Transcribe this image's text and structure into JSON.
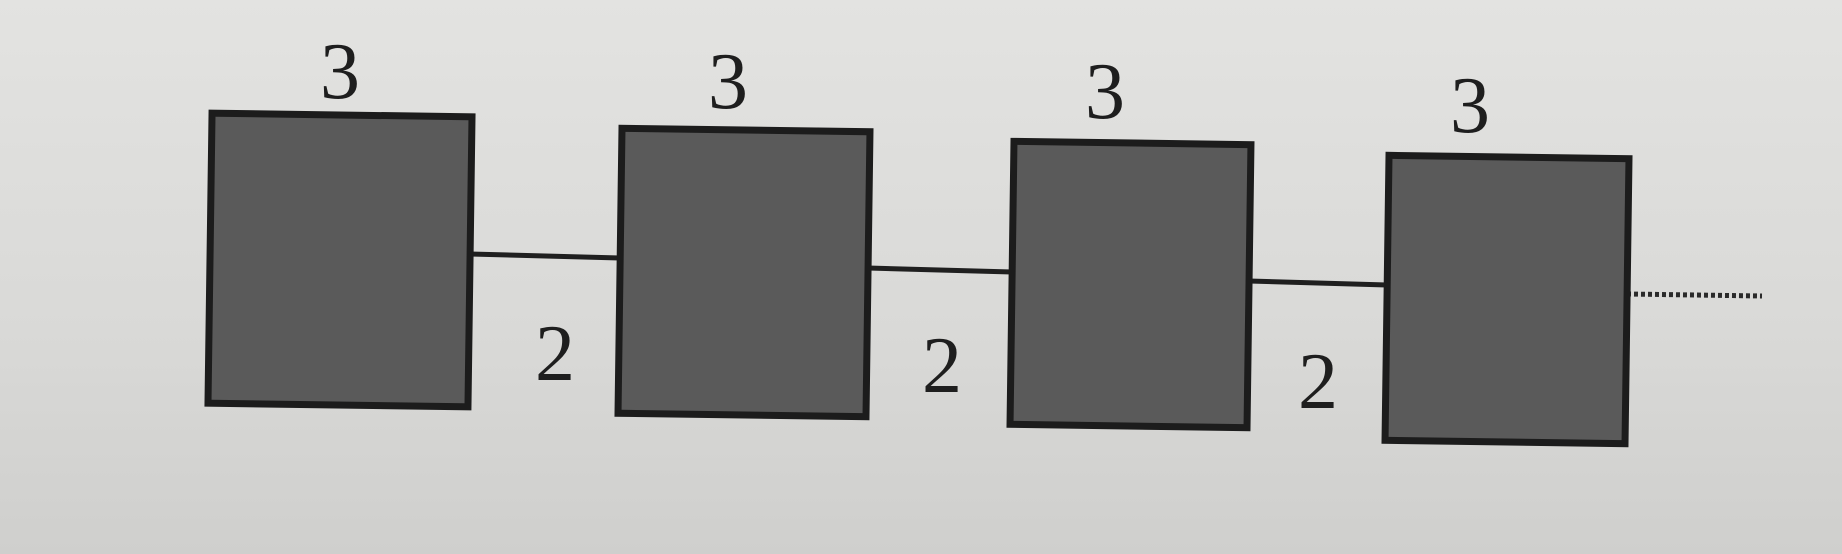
{
  "diagram": {
    "squares": [
      {
        "top_label": "3"
      },
      {
        "top_label": "3"
      },
      {
        "top_label": "3"
      },
      {
        "top_label": "3"
      }
    ],
    "connectors": [
      {
        "label": "2"
      },
      {
        "label": "2"
      },
      {
        "label": "2"
      }
    ],
    "continues": true
  }
}
